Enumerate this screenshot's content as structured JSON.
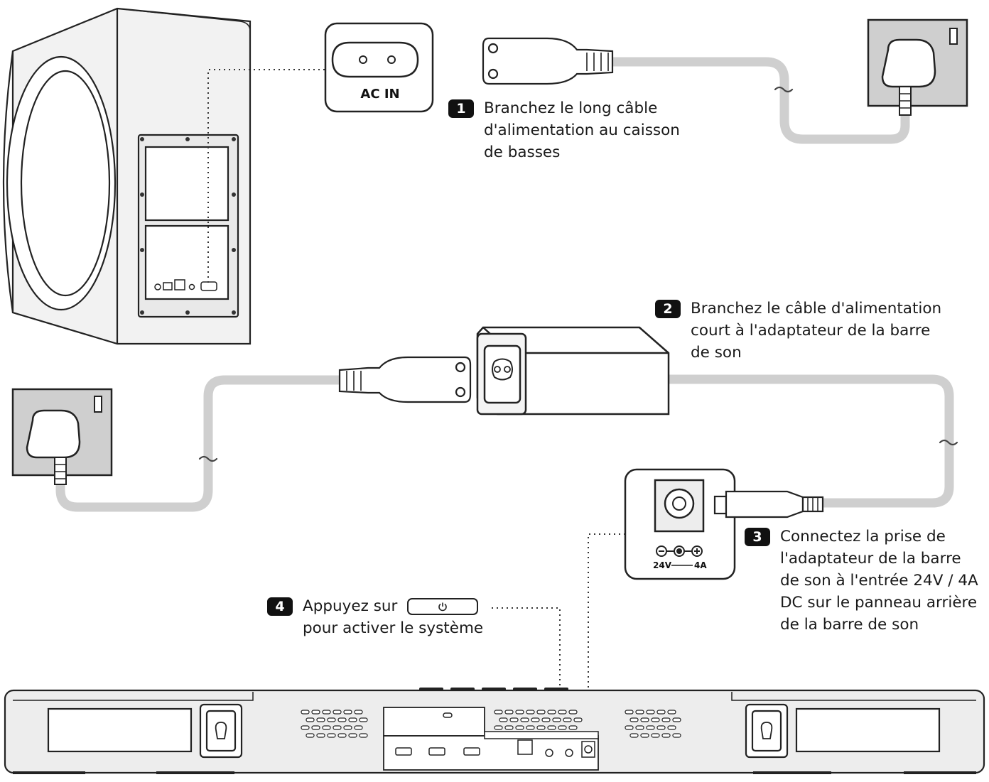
{
  "labels": {
    "ac_in": "AC IN",
    "voltage": "24V",
    "amperage": "4A",
    "tilde": "~"
  },
  "steps": [
    {
      "number": "1",
      "text": "Branchez le long câble\nd'alimentation au caisson\nde basses"
    },
    {
      "number": "2",
      "text": "Branchez le câble d'alimentation\ncourt à l'adaptateur de la barre\nde son"
    },
    {
      "number": "3",
      "text": "Connectez la prise de\nl'adaptateur de la barre\nde son à l'entrée 24V / 4A\nDC sur le panneau arrière\nde la barre de son"
    },
    {
      "number": "4",
      "text_before": "Appuyez sur",
      "text_after": "pour activer le système"
    }
  ],
  "icons": {
    "power": "power-icon"
  }
}
